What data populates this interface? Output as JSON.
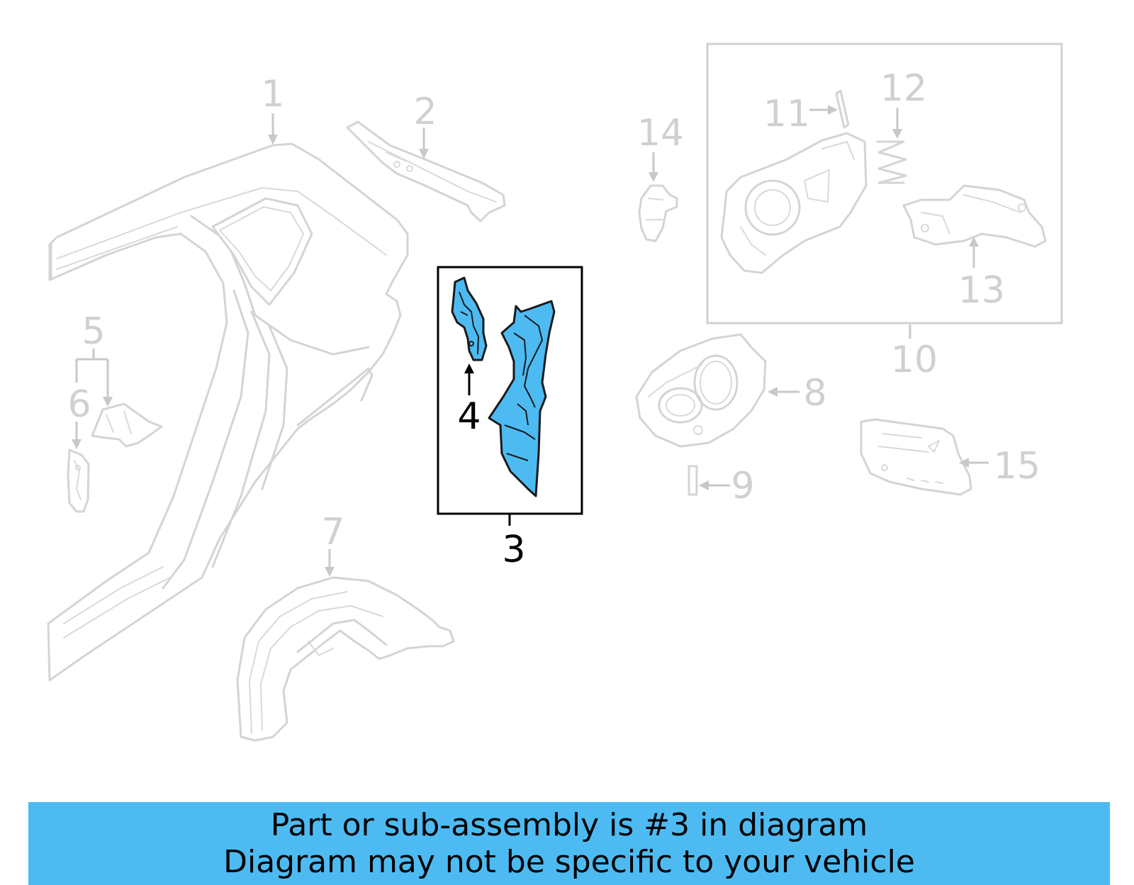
{
  "callouts": {
    "c1": "1",
    "c2": "2",
    "c3": "3",
    "c4": "4",
    "c5": "5",
    "c6": "6",
    "c7": "7",
    "c8": "8",
    "c9": "9",
    "c10": "10",
    "c11": "11",
    "c12": "12",
    "c13": "13",
    "c14": "14",
    "c15": "15"
  },
  "highlighted_part": "3",
  "colors": {
    "highlight": "#4dbbf2",
    "context_parts": "#d4d4d4",
    "banner": "#4dbbf2"
  },
  "banner": {
    "line1": "Part or sub-assembly is #3 in diagram",
    "line2": "Diagram may not be specific to your vehicle"
  }
}
